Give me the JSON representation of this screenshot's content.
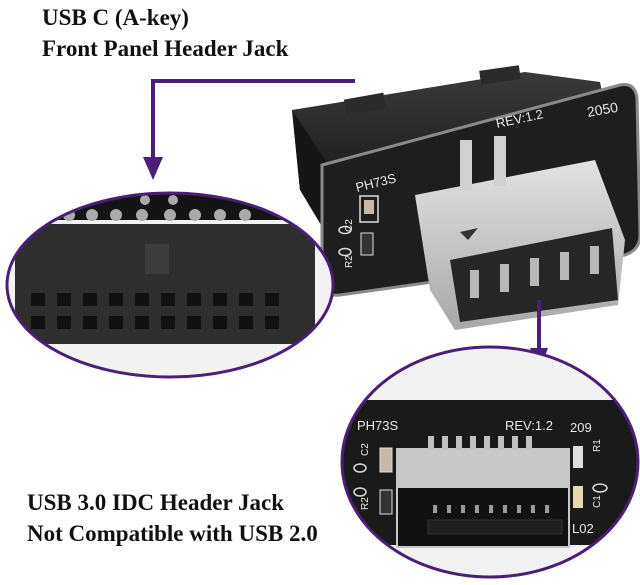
{
  "captions": {
    "top_line1": "USB C (A-key)",
    "top_line2": "Front Panel Header Jack",
    "bottom_line1": "USB 3.0 IDC Header Jack",
    "bottom_line2": "Not Compatible with USB 2.0"
  },
  "pcb_labels": {
    "model": "PH73S",
    "revision": "REV:1.2",
    "code": "2050",
    "code_partial": "209",
    "c1": "C1",
    "c2": "C2",
    "r1": "R1",
    "r2": "R2",
    "l02": "L02"
  },
  "colors": {
    "accent_purple": "#4b1e78",
    "pcb_black": "#1e1e1e",
    "connector_black": "#2c2c2c",
    "metal_silver": "#c9c9c9"
  },
  "callouts": [
    {
      "name": "idc-header-detail",
      "shape": "ellipse"
    },
    {
      "name": "usbc-port-detail",
      "shape": "ellipse"
    }
  ]
}
